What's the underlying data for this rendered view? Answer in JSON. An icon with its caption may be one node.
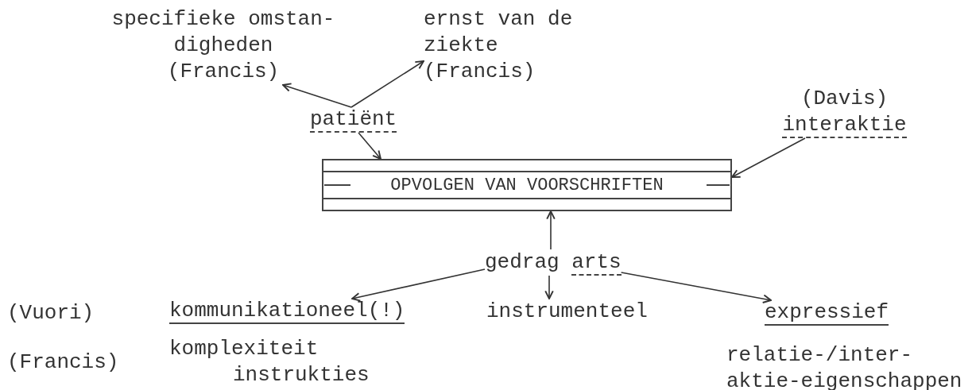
{
  "diagram": {
    "nodes": [
      {
        "text": [
          "specifieke omstan- digheden",
          "(Francis)"
        ]
      },
      {
        "text": [
          "ernst van de ziekte",
          "(Francis)"
        ]
      },
      {
        "text": [
          "patiënt"
        ]
      },
      {
        "text": [
          "(Davis)",
          "interaktie"
        ]
      },
      {
        "text": [
          "OPVOLGEN VAN VOORSCHRIFTEN"
        ]
      },
      {
        "text": [
          "gedrag",
          "arts"
        ]
      },
      {
        "text": [
          "kommunikationeel(!)"
        ]
      },
      {
        "text": [
          "instrumenteel"
        ]
      },
      {
        "text": [
          "expressief"
        ]
      }
    ],
    "edges": [
      {
        "from": 2,
        "to": 0,
        "arrow": "to"
      },
      {
        "from": 2,
        "to": 1,
        "arrow": "to"
      },
      {
        "from": 2,
        "to": 4,
        "arrow": "to"
      },
      {
        "from": 3,
        "to": 4,
        "arrow": "to"
      },
      {
        "from": 5,
        "to": 4,
        "arrow": "to"
      },
      {
        "from": 5,
        "to": 6,
        "arrow": "to"
      },
      {
        "from": 5,
        "to": 7,
        "arrow": "to"
      },
      {
        "from": 5,
        "to": 8,
        "arrow": "to"
      }
    ],
    "labels": [
      "(Vuori)",
      "(Francis)",
      "komplexiteit instrukties",
      "relatie-/inter- aktie-eigenschappen"
    ]
  }
}
